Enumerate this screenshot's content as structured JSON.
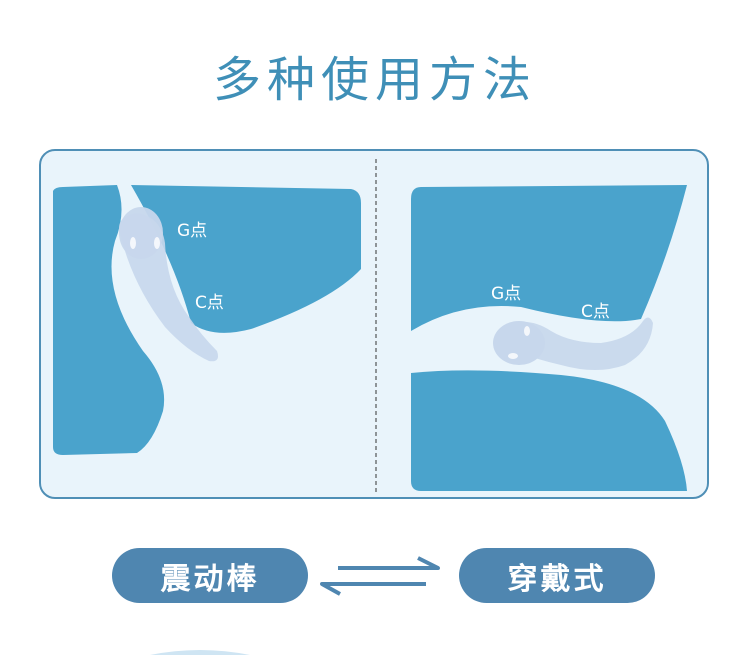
{
  "title": "多种使用方法",
  "diagram": {
    "left": {
      "g_label": "G点",
      "c_label": "C点"
    },
    "right": {
      "g_label": "G点",
      "c_label": "C点"
    }
  },
  "modes": {
    "left_label": "震动棒",
    "right_label": "穿戴式"
  },
  "colors": {
    "title": "#3f8fb7",
    "tissue": "#4aa3cc",
    "panel_bg": "#e9f4fb",
    "panel_border": "#4f8fb6",
    "device": "#c7d7ec",
    "pill": "#4f86b0",
    "arrow": "#4f86b0"
  }
}
